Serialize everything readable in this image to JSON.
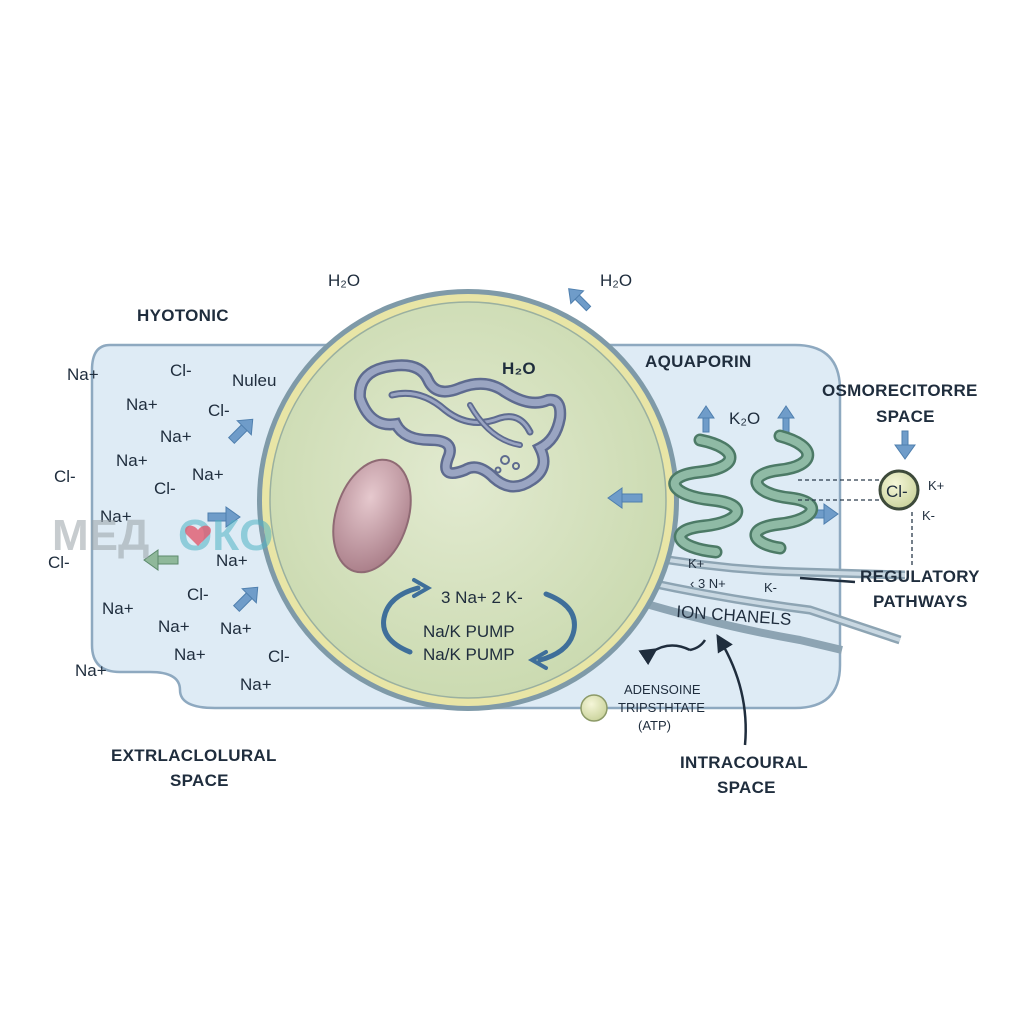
{
  "labels": {
    "h2o_top_left": "H₂O",
    "h2o_top_right": "H₂O",
    "h2o_inside": "H₂O",
    "hypotonic": "HYOTONIC",
    "nucleus": "Nuleu",
    "aquaporin": "AQUAPORIN",
    "k2o": "K₂O",
    "osmo_line1": "OSMORECITORRE",
    "osmo_line2": "SPACE",
    "extra_line1": "EXTRLACLOLURAL",
    "extra_line2": "SPACE",
    "intra_line1": "INTRACOURAL",
    "intra_line2": "SPACE",
    "regulatory_line1": "REGULATORY",
    "regulatory_line2": "PATHWAYS",
    "ion_channels": "ION CHANELS",
    "pump_ions": "3 Na+  2 K-",
    "pump_line1": "Na/K PUMP",
    "pump_line2": "Na/K PUMP",
    "atp_line1": "ADENSOINE",
    "atp_line2": "TRIPSTHTATE",
    "atp_line3": "(ATP)",
    "channel_k1": "K+",
    "channel_3na": "‹ 3 N+",
    "channel_k2": "K-",
    "receptor_cl": "Cl-",
    "receptor_kplus": "K+",
    "receptor_kminus": "K-",
    "watermark_a": "МЕД",
    "watermark_b": "ОКО"
  },
  "ions": [
    "Na+",
    "Cl-",
    "Na+",
    "Cl-",
    "Na+",
    "Na+",
    "Cl-",
    "Na+",
    "Cl-",
    "Na+",
    "Cl-",
    "Na+",
    "Na+",
    "Cl-",
    "Na+",
    "Na+",
    "Na+",
    "Cl-",
    "Na+",
    "Na+"
  ],
  "colors": {
    "extracellular_fill": "#deebf5",
    "extracellular_stroke": "#8ea9c0",
    "cell_fill": "#d5e2bd",
    "cell_ring": "#e8e5a6",
    "cell_stroke": "#7f9aa8",
    "organelle": "#8a96b5",
    "vesicle": "#b98f98",
    "arrow_blue": "#6f9cc9",
    "helix": "#6f9a88",
    "text": "#1f2d3d",
    "watermark_gray": "#9aa3a8",
    "watermark_teal": "#4fb3c4",
    "watermark_heart": "#e05a6e"
  }
}
